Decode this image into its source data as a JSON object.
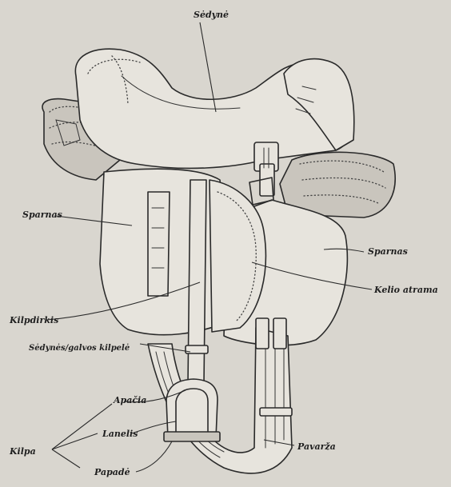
{
  "labels": {
    "seat": "Sėdynė",
    "flap_left": "Sparnas",
    "flap_right": "Sparnas",
    "knee_roll": "Kelio atrama",
    "stirrup_leather": "Kilpdirkis",
    "stirrup_leather_keeper": "Sėdynės/galvos kilpelė",
    "tread": "Apačia",
    "sole": "Lanelis",
    "stirrup": "Kilpa",
    "footpad": "Papadė",
    "girth": "Pavarža"
  },
  "colors": {
    "paper": "#d9d6cf",
    "ink": "#2a2a2a"
  }
}
